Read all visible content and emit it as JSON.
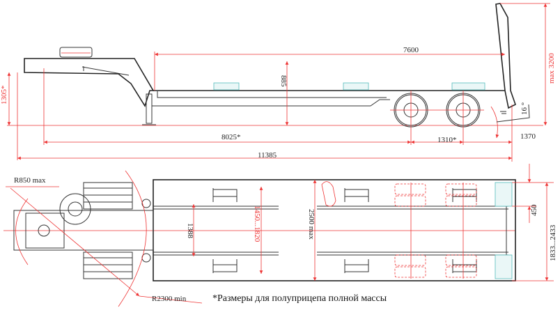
{
  "side_view": {
    "deck_length": "7600",
    "deck_height": "885",
    "fifth_wheel_height": "1305*",
    "kingpin_to_axle": "8025*",
    "overall_length": "11385",
    "axle_spacing": "1310*",
    "rear_overhang": "1370",
    "ramp_height": "max 3200",
    "ramp_angle": "16 °"
  },
  "top_view": {
    "front_radius": "R850 max",
    "swing_radius": "R2300 min",
    "gooseneck_width": "1388",
    "track_range": "1450...1820",
    "overall_width": "2500 max",
    "ramp_width": "450",
    "ramp_spacing": "1833...2433"
  },
  "footnote": "*Размеры для полуприцепа полной массы",
  "colors": {
    "dimension": "#e33333",
    "outline": "#333333",
    "pads": "#55bbbb"
  }
}
